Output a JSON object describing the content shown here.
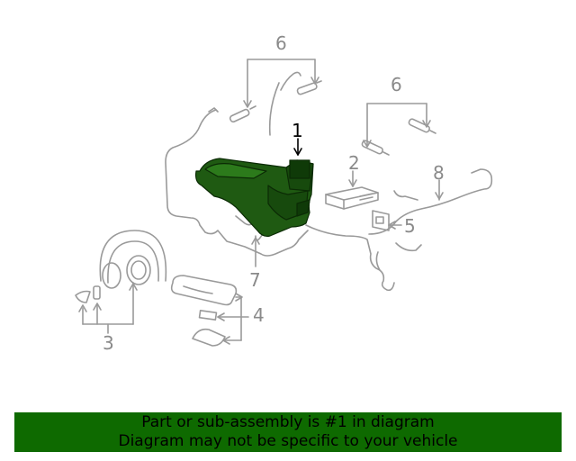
{
  "callouts": {
    "c1": "1",
    "c2": "2",
    "c3": "3",
    "c4": "4",
    "c5": "5",
    "c6a": "6",
    "c6b": "6",
    "c7": "7",
    "c8": "8"
  },
  "banner": {
    "line1": "Part or sub-assembly is #1 in diagram",
    "line2": "Diagram may not be specific to your vehicle"
  },
  "colors": {
    "highlight": "#1f5a12",
    "line": "#9a9a9a",
    "banner": "#0e6a00"
  }
}
